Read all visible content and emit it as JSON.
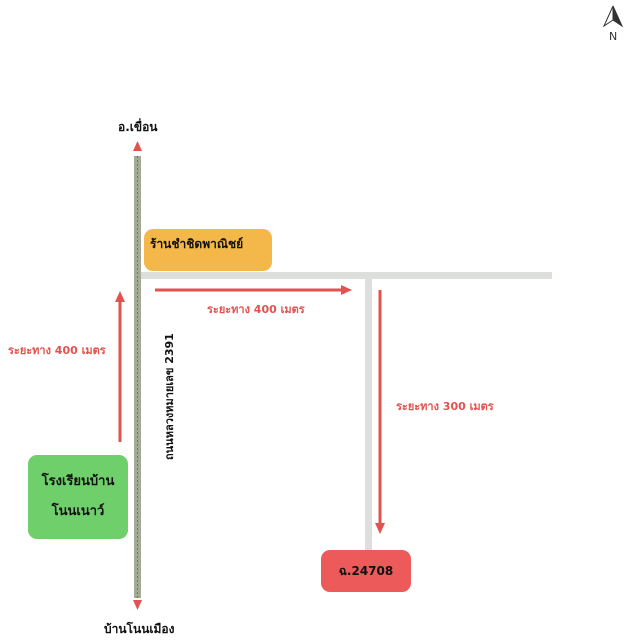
{
  "compass": {
    "label": "N",
    "icon": "north-arrow-icon"
  },
  "places": {
    "top": "อ.เขื่อน",
    "bottom": "บ้านโนนเมือง",
    "shop": "ร้านชำชิดพาณิชย์",
    "school_line1": "โรงเรียนบ้าน",
    "school_line2": "โนนเนาว์",
    "target": "ฉ.24708"
  },
  "road": {
    "name": "ถนนหลวงหมายเลข 2391"
  },
  "distances": {
    "left_vertical": "ระยะทาง 400 เมตร",
    "horizontal": "ระยะทาง 400 เมตร",
    "right_vertical": "ระยะทาง 300 เมตร"
  },
  "colors": {
    "shop": "#f4b84a",
    "school": "#6fcf6a",
    "target": "#ec5a5a",
    "arrow": "#e0534f",
    "main_road": "#a8b0a0",
    "side_road": "#d8dcd8"
  }
}
